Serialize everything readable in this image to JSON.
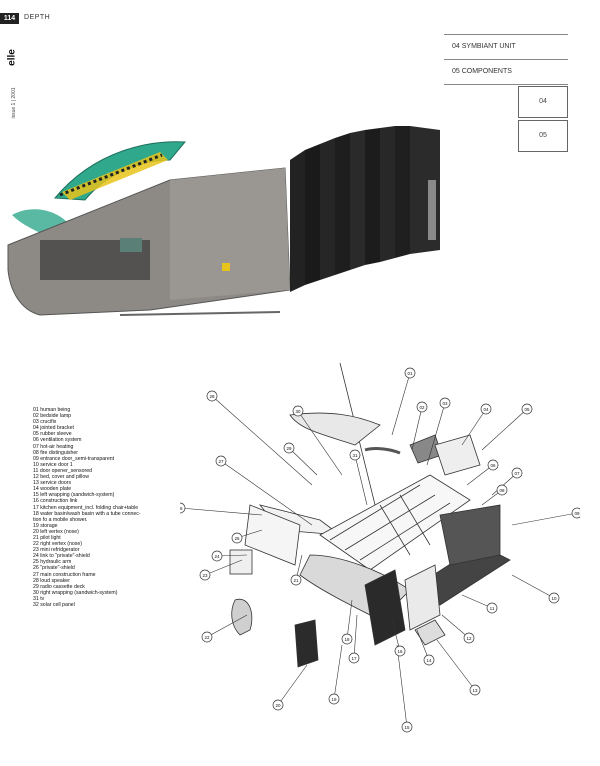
{
  "header": {
    "page_number": "114",
    "section": "DEPTH",
    "magazine": "elle",
    "issue_label": "issue 1 | 2001"
  },
  "nav": {
    "items": [
      {
        "label": "04  SYMBIANT UNIT"
      },
      {
        "label": "05  COMPONENTS"
      }
    ],
    "boxes": [
      {
        "label": "04"
      },
      {
        "label": "05"
      }
    ]
  },
  "legend": [
    "01 human being",
    "02 bedside lamp",
    "03 crucifix",
    "04 jointed bracket",
    "05 rubber sleeve",
    "06 ventilation system",
    "07 hot-air heating",
    "08 fire distinguisher",
    "09 entrance door_semi-transparent",
    "10 service door 1",
    "11 door opener_sensored",
    "12 bed, cover and pillow",
    "13 service doors",
    "14 wooden plate",
    "15 left wrapping (sandwich-system)",
    "16 construction link",
    "17 kitchen equipment_incl. folding chair+table",
    "18 water basin/wash basin with a tube connec-",
    "tion fo a mobile shower.",
    "19 storage",
    "20 left vertex (nose)",
    "21 pilot light",
    "22 right vertex (nose)",
    "23 mini refridgerator",
    "24 link to \"private\"-shield",
    "25 hydraulic arm",
    "26 \"private\"-shield",
    "27 main construction frame",
    "28 loud speaker",
    "29 radio cassette deck",
    "30 right wrapping (sandwich-system)",
    "31 tv",
    "32 solar cell panel"
  ],
  "callouts": [
    "01",
    "02",
    "03",
    "04",
    "05",
    "06",
    "07",
    "08",
    "09",
    "10",
    "11",
    "12",
    "13",
    "14",
    "15",
    "16",
    "17",
    "18",
    "19",
    "20",
    "21",
    "22",
    "23",
    "24",
    "25",
    "26",
    "27",
    "28",
    "29",
    "30",
    "31"
  ],
  "colors": {
    "accent_green": "#2fa88c",
    "hazard_yellow": "#e8c31a",
    "concrete": "#8d8a86"
  }
}
